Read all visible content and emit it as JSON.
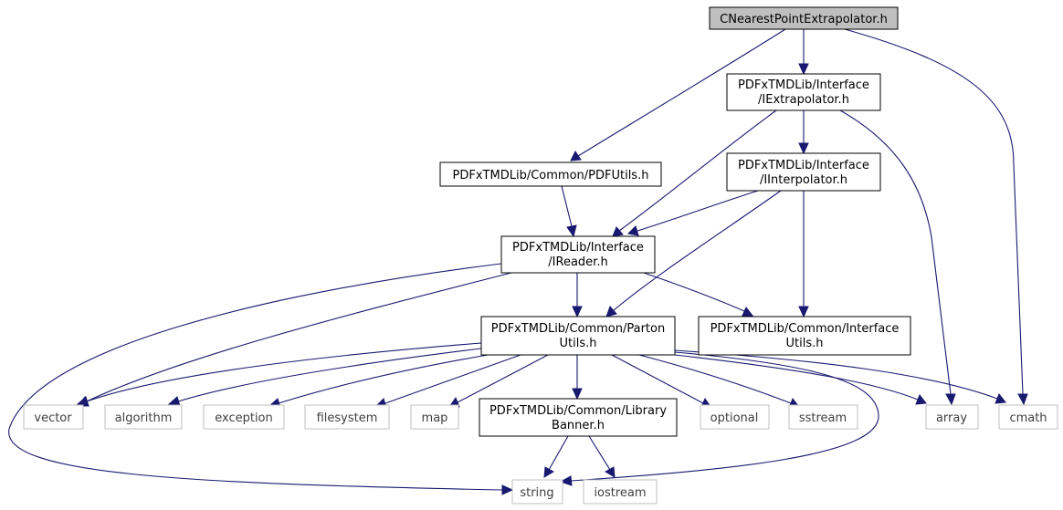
{
  "nodes": {
    "root": "CNearestPointExtrapolator.h",
    "iextrapolator": [
      "PDFxTMDLib/Interface",
      "/IExtrapolator.h"
    ],
    "pdfutils": "PDFxTMDLib/Common/PDFUtils.h",
    "iinterpolator": [
      "PDFxTMDLib/Interface",
      "/IInterpolator.h"
    ],
    "ireader": [
      "PDFxTMDLib/Interface",
      "/IReader.h"
    ],
    "partonutils": [
      "PDFxTMDLib/Common/Parton",
      "Utils.h"
    ],
    "interfaceutils": [
      "PDFxTMDLib/Common/Interface",
      "Utils.h"
    ],
    "librarybanner": [
      "PDFxTMDLib/Common/Library",
      "Banner.h"
    ],
    "vector": "vector",
    "algorithm": "algorithm",
    "exception": "exception",
    "filesystem": "filesystem",
    "map": "map",
    "optional": "optional",
    "sstream": "sstream",
    "array": "array",
    "cmath": "cmath",
    "string": "string",
    "iostream": "iostream"
  },
  "colors": {
    "edge": "#191970",
    "root_fill": "#bfbfbf",
    "system_border": "#bfbfbf"
  }
}
